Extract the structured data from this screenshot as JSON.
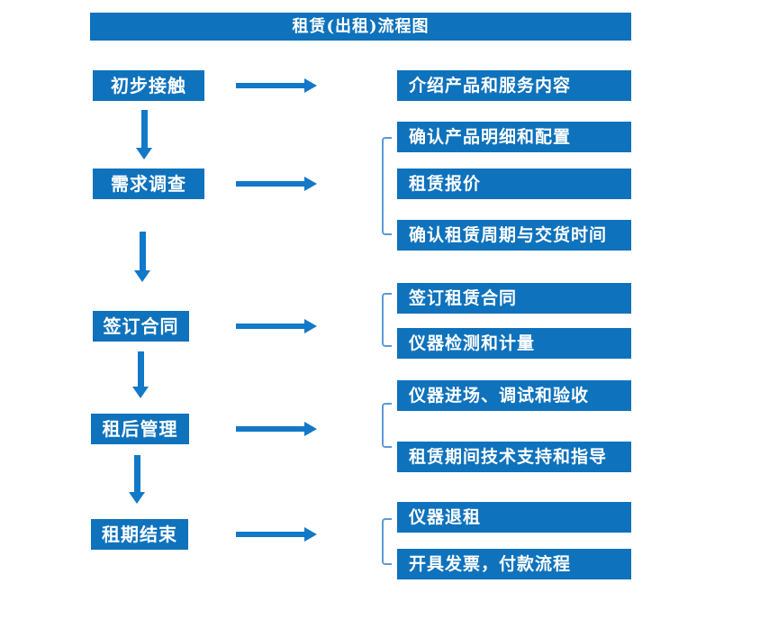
{
  "title": "租赁(出租)流程图",
  "colors": {
    "box_blue": "#0e72bc",
    "arrow_blue": "#1278c8",
    "bracket_blue": "#5b9bd5",
    "text_white": "#ffffff",
    "background": "#ffffff"
  },
  "steps": [
    {
      "label": "初步接触",
      "details": [
        "介绍产品和服务内容"
      ]
    },
    {
      "label": "需求调查",
      "details": [
        "确认产品明细和配置",
        "租赁报价",
        "确认租赁周期与交货时间"
      ]
    },
    {
      "label": "签订合同",
      "details": [
        "签订租赁合同",
        "仪器检测和计量"
      ]
    },
    {
      "label": "租后管理",
      "details": [
        "仪器进场、调试和验收",
        "租赁期间技术支持和指导"
      ]
    },
    {
      "label": "租期结束",
      "details": [
        "仪器退租",
        "开具发票，付款流程"
      ]
    }
  ]
}
